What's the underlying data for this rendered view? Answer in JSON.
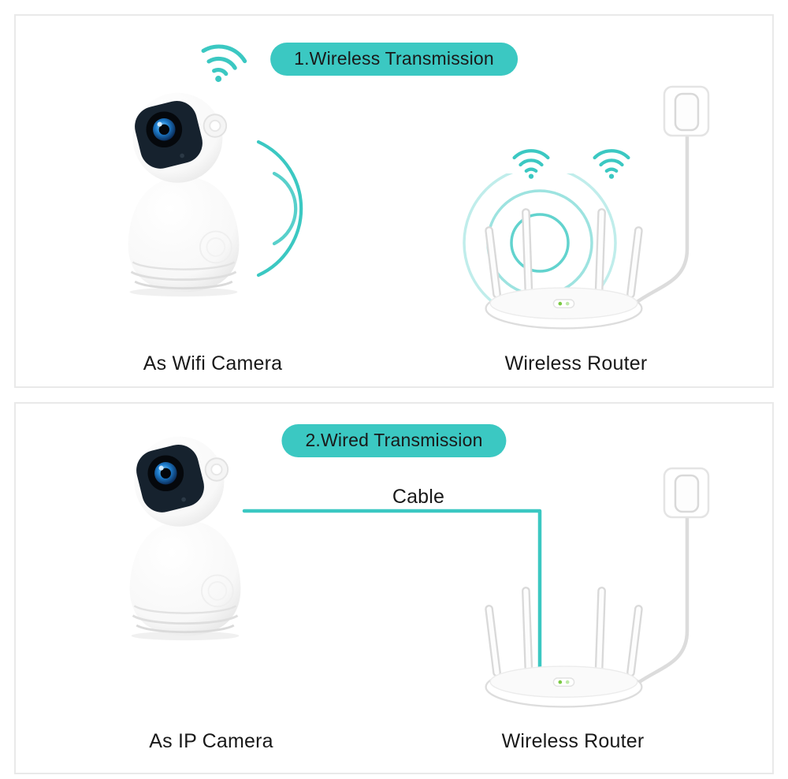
{
  "colors": {
    "accent": "#3bc8c2",
    "text": "#191919",
    "panel_border": "#e9e9e9",
    "cable_gray": "#dcdcdc",
    "led_green": "#7ac943"
  },
  "panels": [
    {
      "title": "1.Wireless Transmission",
      "camera_label": "As Wifi Camera",
      "router_label": "Wireless Router",
      "icons": [
        "wifi-signal-icon",
        "camera-illustration",
        "signal-arcs-icon",
        "router-ripples-icon",
        "wireless-router-illustration",
        "power-outlet-icon",
        "power-cable"
      ]
    },
    {
      "title": "2.Wired Transmission",
      "cable_label": "Cable",
      "camera_label": "As IP Camera",
      "router_label": "Wireless Router",
      "icons": [
        "camera-illustration",
        "ethernet-cable-line",
        "wireless-router-illustration",
        "power-outlet-icon",
        "power-cable"
      ]
    }
  ]
}
